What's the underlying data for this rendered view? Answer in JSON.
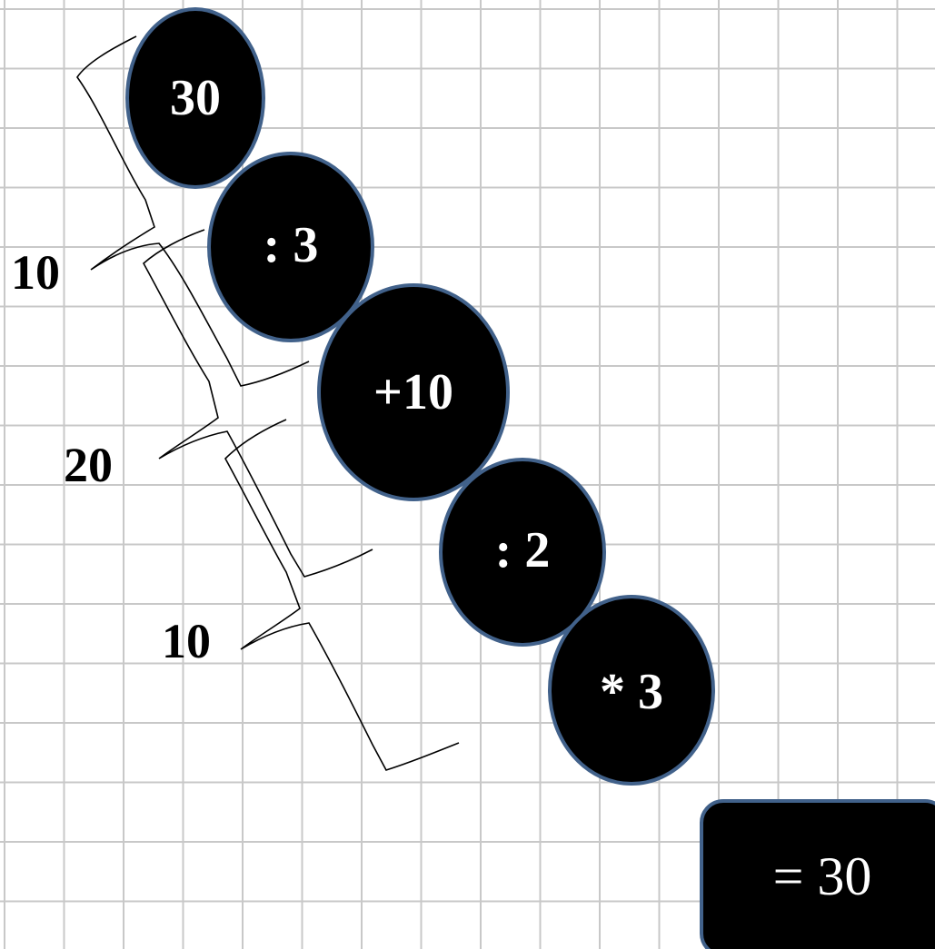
{
  "steps": [
    {
      "label": "30"
    },
    {
      "label": ": 3"
    },
    {
      "label": "+10"
    },
    {
      "label": ": 2"
    },
    {
      "label": "* 3"
    }
  ],
  "intermediate": [
    {
      "label": "10"
    },
    {
      "label": "20"
    },
    {
      "label": "10"
    }
  ],
  "result": {
    "label": "= 30"
  },
  "colors": {
    "node_fill": "#000000",
    "node_border": "#41618a",
    "grid_line": "#c8c8c8"
  }
}
